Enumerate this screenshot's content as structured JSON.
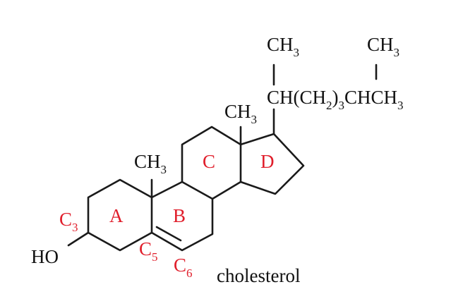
{
  "colors": {
    "bond": "#1a1a1a",
    "text": "#111111",
    "accent": "#e01e2b",
    "background": "#ffffff"
  },
  "substituents": {
    "methyl_top_left": "CH",
    "methyl_top_left_sub": "3",
    "methyl_top_right": "CH",
    "methyl_top_right_sub": "3",
    "side_chain_a": "CH(CH",
    "side_chain_sub_1": "2",
    "side_chain_b": ")",
    "side_chain_sub_2": "3",
    "side_chain_c": "CHCH",
    "side_chain_sub_3": "3",
    "methyl_c13": "CH",
    "methyl_c13_sub": "3",
    "methyl_c10": "CH",
    "methyl_c10_sub": "3",
    "hydroxyl": "HO"
  },
  "rings": {
    "a": "A",
    "b": "B",
    "c": "C",
    "d": "D"
  },
  "carbons": {
    "c3": "C",
    "c3_sub": "3",
    "c5": "C",
    "c5_sub": "5",
    "c6": "C",
    "c6_sub": "6"
  },
  "caption": "cholesterol"
}
